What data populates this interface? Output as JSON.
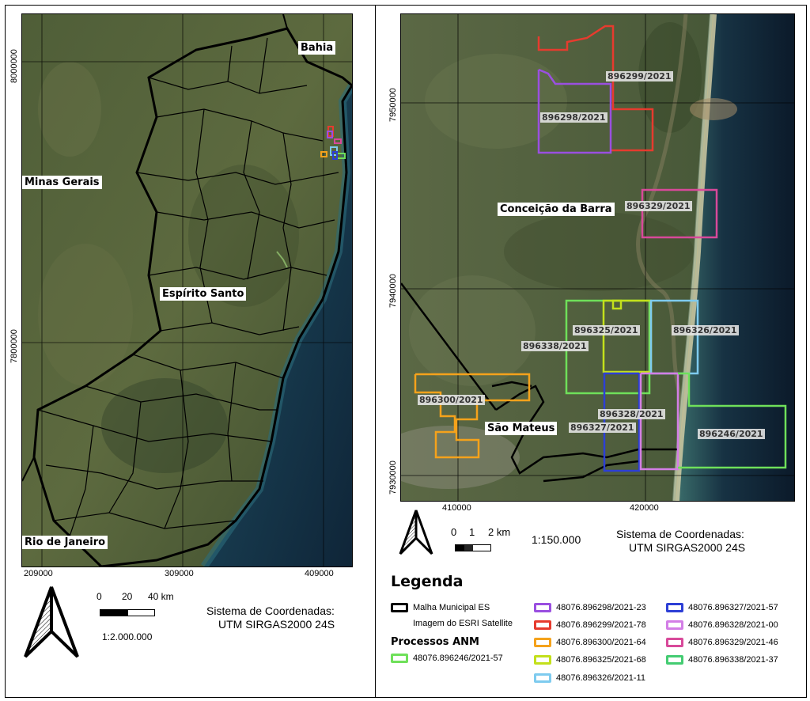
{
  "left_map": {
    "places": {
      "bahia": "Bahia",
      "minas_gerais": "Minas Gerais",
      "espirito_santo": "Espírito Santo",
      "rio_de_janeiro": "Rio de Janeiro"
    },
    "x_ticks": [
      "209000",
      "309000",
      "409000"
    ],
    "y_ticks": [
      "8000000",
      "7800000"
    ],
    "scale_bar": {
      "labels": [
        "0",
        "20",
        "40 km"
      ],
      "ratio": "1:2.000.000"
    },
    "crs": {
      "line1": "Sistema de Coordenadas:",
      "line2": "UTM SIRGAS2000 24S"
    }
  },
  "right_map": {
    "places": {
      "conceicao_da_barra": "Conceição da Barra",
      "sao_mateus": "São Mateus"
    },
    "process_labels": {
      "p896299": "896299/2021",
      "p896298": "896298/2021",
      "p896329": "896329/2021",
      "p896325": "896325/2021",
      "p896326": "896326/2021",
      "p896338": "896338/2021",
      "p896300": "896300/2021",
      "p896328": "896328/2021",
      "p896327": "896327/2021",
      "p896246": "896246/2021"
    },
    "x_ticks": [
      "410000",
      "420000"
    ],
    "y_ticks": [
      "7950000",
      "7940000",
      "7930000"
    ],
    "scale_bar": {
      "labels": [
        "0",
        "1",
        "2 km"
      ],
      "ratio": "1:150.000"
    },
    "crs": {
      "line1": "Sistema de Coordenadas:",
      "line2": "UTM SIRGAS2000 24S"
    }
  },
  "legend": {
    "title": "Legenda",
    "items": [
      {
        "label": "Malha Municipal ES",
        "color": "#000000"
      },
      {
        "label": "Imagem do ESRI Satellite",
        "color": ""
      }
    ],
    "subtitle": "Processos ANM",
    "processes": [
      {
        "label": "48076.896246/2021-57",
        "color": "#6fe05a"
      },
      {
        "label": "48076.896298/2021-23",
        "color": "#9a4fe0"
      },
      {
        "label": "48076.896299/2021-78",
        "color": "#e63b2e"
      },
      {
        "label": "48076.896300/2021-64",
        "color": "#f5a21b"
      },
      {
        "label": "48076.896325/2021-68",
        "color": "#c3e01b"
      },
      {
        "label": "48076.896326/2021-11",
        "color": "#7ecbef"
      },
      {
        "label": "48076.896327/2021-57",
        "color": "#2d3fd6"
      },
      {
        "label": "48076.896328/2021-00",
        "color": "#d37ee6"
      },
      {
        "label": "48076.896329/2021-46",
        "color": "#d8499a"
      },
      {
        "label": "48076.896338/2021-37",
        "color": "#44cc72"
      }
    ]
  }
}
